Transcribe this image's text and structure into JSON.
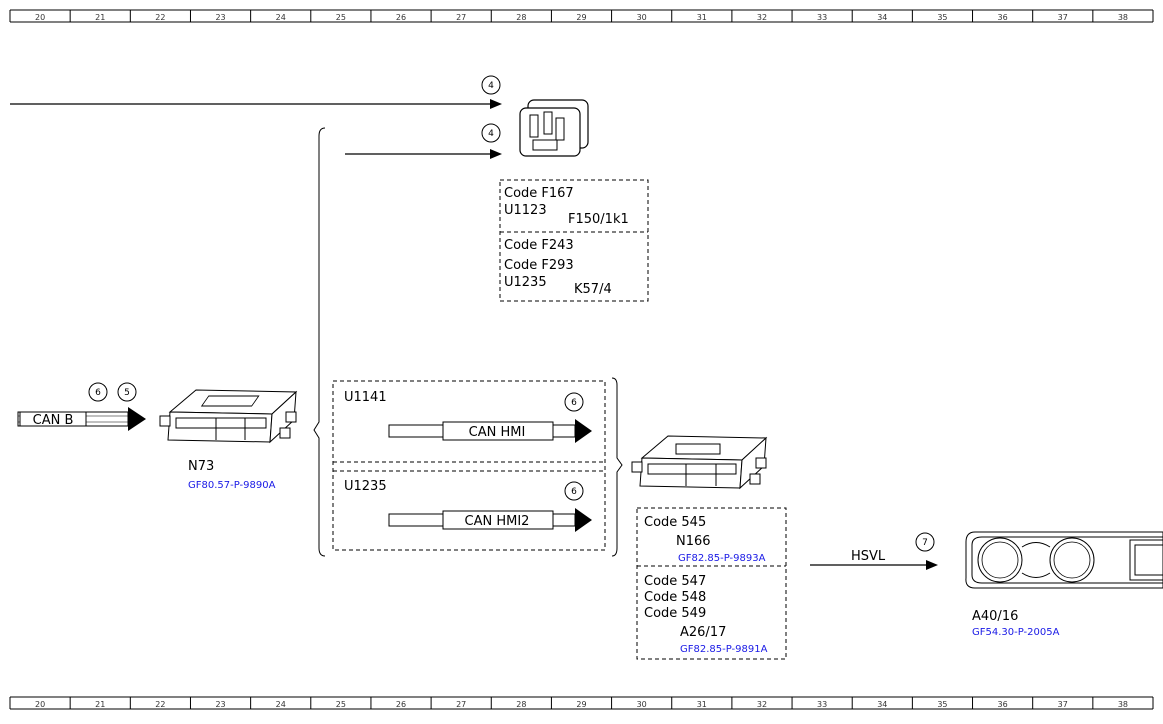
{
  "ruler": {
    "columns": [
      "20",
      "21",
      "22",
      "23",
      "24",
      "25",
      "26",
      "27",
      "28",
      "29",
      "30",
      "31",
      "32",
      "33",
      "34",
      "35",
      "36",
      "37",
      "38"
    ]
  },
  "bubbles": {
    "b4_top": "4",
    "b4_mid": "4",
    "b6_canb": "6",
    "b5_canb": "5",
    "b6_hmi": "6",
    "b6_hmi2": "6",
    "b7_hsvl": "7"
  },
  "relay_top": {
    "box1": {
      "line1": "Code F167",
      "line2": "U1123",
      "ref": "F150/1k1"
    },
    "box2": {
      "line1": "Code F243",
      "line2": "Code F293",
      "line3": "U1235",
      "ref": "K57/4"
    }
  },
  "can_b": {
    "label": "CAN B"
  },
  "n73": {
    "name": "N73",
    "doc": "GF80.57-P-9890A"
  },
  "hmi_group": {
    "row1": {
      "code": "U1141",
      "bus": "CAN HMI"
    },
    "row2": {
      "code": "U1235",
      "bus": "CAN HMI2"
    }
  },
  "head_unit": {
    "box1": {
      "line1": "Code 545",
      "name": "N166",
      "doc": "GF82.85-P-9893A"
    },
    "box2": {
      "line1": "Code 547",
      "line2": "Code 548",
      "line3": "Code 549",
      "name": "A26/17",
      "doc": "GF82.85-P-9891A"
    }
  },
  "hsvl": {
    "label": "HSVL"
  },
  "cluster": {
    "name": "A40/16",
    "doc": "GF54.30-P-2005A"
  }
}
